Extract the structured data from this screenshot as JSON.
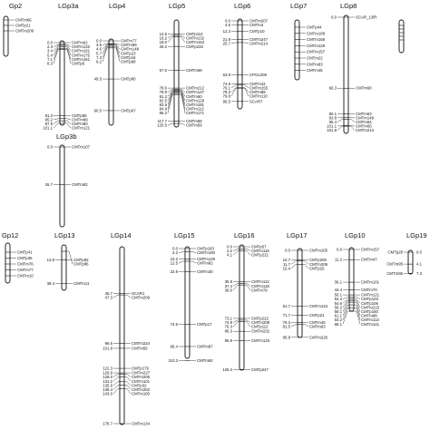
{
  "figure": {
    "line_color": "#111111",
    "background_color": "#ffffff"
  },
  "linkage_groups": [
    {
      "id": "lgp2",
      "label": "Gp2",
      "markers": [
        {
          "pos": "",
          "name": "CMTm66"
        },
        {
          "pos": "",
          "name": "CMTp21"
        },
        {
          "pos": "",
          "name": "CMTm209"
        }
      ]
    },
    {
      "id": "lgp3a",
      "label": "LGp3a",
      "markers": [
        {
          "pos": "0.0",
          "name": "CMTm62"
        },
        {
          "pos": "2.3",
          "name": "CMTm132"
        },
        {
          "pos": "3.4",
          "name": "CMTm161"
        },
        {
          "pos": "5.4",
          "name": "CMTm175"
        },
        {
          "pos": "7.1",
          "name": "CMTm161"
        },
        {
          "pos": "8.3",
          "name": "CMTp6"
        },
        {
          "pos": "91.3",
          "name": "CMTp58"
        },
        {
          "pos": "95.2",
          "name": "CMTm89"
        },
        {
          "pos": "97.9",
          "name": "CMTm90"
        },
        {
          "pos": "101.1",
          "name": "CMTm121"
        }
      ]
    },
    {
      "id": "lgp4",
      "label": "LGp4",
      "markers": [
        {
          "pos": "0.0",
          "name": "CMTm77"
        },
        {
          "pos": "3.6",
          "name": "CMTm99"
        },
        {
          "pos": "4.6",
          "name": "CMTm148"
        },
        {
          "pos": "5.7",
          "name": "CMTp23"
        },
        {
          "pos": "7.3",
          "name": "CMTp16"
        },
        {
          "pos": "9.2",
          "name": "CMTp98"
        },
        {
          "pos": "49.5",
          "name": "CMTp80"
        },
        {
          "pos": "90.5",
          "name": "CMTp67"
        }
      ]
    },
    {
      "id": "lgp5",
      "label": "LGp5",
      "markers": [
        {
          "pos": "14.5",
          "name": "CMTp114"
        },
        {
          "pos": "16.2",
          "name": "CMTm132"
        },
        {
          "pos": "18.0",
          "name": "CMTm153"
        },
        {
          "pos": "29.2",
          "name": "CMTp233"
        },
        {
          "pos": "57.6",
          "name": "CMTm68"
        },
        {
          "pos": "78.6",
          "name": "CMTm212"
        },
        {
          "pos": "79.9",
          "name": "CMTm147"
        },
        {
          "pos": "81.2",
          "name": "CMTm60"
        },
        {
          "pos": "82.5",
          "name": "CMTm129"
        },
        {
          "pos": "83.6",
          "name": "CMTm181"
        },
        {
          "pos": "84.9",
          "name": "CMTm112"
        },
        {
          "pos": "86.2",
          "name": "CMTm171"
        },
        {
          "pos": "117.7",
          "name": "CMTm58"
        },
        {
          "pos": "120.5",
          "name": "CMTm59"
        }
      ]
    },
    {
      "id": "lgp6",
      "label": "LGp6",
      "markers": [
        {
          "pos": "0.0",
          "name": "CMTm207"
        },
        {
          "pos": "4.6",
          "name": "CMTm4"
        },
        {
          "pos": "12.3",
          "name": "CMTp10"
        },
        {
          "pos": "21.9",
          "name": "CMTm247"
        },
        {
          "pos": "25.7",
          "name": "CMTm214"
        },
        {
          "pos": "63.8",
          "name": "CPG1209"
        },
        {
          "pos": "74.5",
          "name": "CMTm42"
        },
        {
          "pos": "76.1",
          "name": "CMTm155"
        },
        {
          "pos": "79.3",
          "name": "CMTm88"
        },
        {
          "pos": "79.8",
          "name": "CMTm110"
        },
        {
          "pos": "95.5",
          "name": "SCAR7"
        }
      ]
    },
    {
      "id": "lgp7",
      "label": "LGp7",
      "markers": [
        {
          "pos": "",
          "name": "CMTp44"
        },
        {
          "pos": "",
          "name": "CMTm108"
        },
        {
          "pos": "",
          "name": "CMTm158"
        },
        {
          "pos": "",
          "name": "CMTm129"
        },
        {
          "pos": "",
          "name": "CMTm157"
        },
        {
          "pos": "",
          "name": "CMTm22"
        },
        {
          "pos": "",
          "name": "CMTm83"
        },
        {
          "pos": "",
          "name": "CMTm46"
        }
      ]
    },
    {
      "id": "lgp8",
      "label": "LGp8",
      "markers": [
        {
          "pos": "0.0",
          "name": "SCAR_13/R"
        },
        {
          "pos": "66.3",
          "name": "CMTm68"
        },
        {
          "pos": "90.1",
          "name": "CMTm63"
        },
        {
          "pos": "93.8",
          "name": "CMTm149"
        },
        {
          "pos": "95.4",
          "name": "CMTm64"
        },
        {
          "pos": "101.1",
          "name": "CMTm65"
        },
        {
          "pos": "101.8",
          "name": "CMTm214"
        }
      ]
    },
    {
      "id": "lgp9",
      "label": "",
      "markers": []
    },
    {
      "id": "lgp3b",
      "label": "LGp3b",
      "markers": [
        {
          "pos": "0.0",
          "name": "CMTm107"
        },
        {
          "pos": "26.7",
          "name": "CMTm82"
        }
      ]
    },
    {
      "id": "lgp12",
      "label": "Gp12",
      "markers": [
        {
          "pos": "",
          "name": "CMTp41"
        },
        {
          "pos": "",
          "name": "CMTp36"
        },
        {
          "pos": "",
          "name": "CMTm76"
        },
        {
          "pos": "",
          "name": "CMTm77"
        },
        {
          "pos": "",
          "name": "CMTm10"
        }
      ]
    },
    {
      "id": "lgp13",
      "label": "LGp13",
      "markers": [
        {
          "pos": "13.9",
          "name": "CMTp82"
        },
        {
          "pos": "",
          "name": "CMTp86"
        },
        {
          "pos": "38.4",
          "name": "CMTm11"
        }
      ]
    },
    {
      "id": "lgp14",
      "label": "LGp14",
      "markers": [
        {
          "pos": "45.7",
          "name": "SCAR1"
        },
        {
          "pos": "47.3",
          "name": "CMTm209"
        },
        {
          "pos": "96.6",
          "name": "CMTm224"
        },
        {
          "pos": "101.8",
          "name": "CMTm56"
        },
        {
          "pos": "122.3",
          "name": "CMTp179"
        },
        {
          "pos": "126.9",
          "name": "CMTm227"
        },
        {
          "pos": "128.0",
          "name": "CMTm205"
        },
        {
          "pos": "131.2",
          "name": "CMTm101"
        },
        {
          "pos": "135.9",
          "name": "CMTp32"
        },
        {
          "pos": "139.4",
          "name": "CMTm202"
        },
        {
          "pos": "143.0",
          "name": "CMTm160"
        },
        {
          "pos": "178.7",
          "name": "CMTm134"
        }
      ]
    },
    {
      "id": "lgp15",
      "label": "LGp15",
      "markers": [
        {
          "pos": "0.0",
          "name": "CMTp183"
        },
        {
          "pos": "3.2",
          "name": "CMTm190"
        },
        {
          "pos": "10.2",
          "name": "CMTm129"
        },
        {
          "pos": "12.5",
          "name": "CMTm82"
        },
        {
          "pos": "22.9",
          "name": "CMTm30"
        },
        {
          "pos": "74.6",
          "name": "CMTp17"
        },
        {
          "pos": "96.4",
          "name": "CMTm87"
        },
        {
          "pos": "110.3",
          "name": "CMTm92"
        }
      ]
    },
    {
      "id": "lgp16",
      "label": "LGp16",
      "markers": [
        {
          "pos": "0.0",
          "name": "CMTp57"
        },
        {
          "pos": "2.2",
          "name": "CMTm116"
        },
        {
          "pos": "4.1",
          "name": "CMTp221"
        },
        {
          "pos": "35.8",
          "name": "CMTm112"
        },
        {
          "pos": "37.4",
          "name": "CMTm118"
        },
        {
          "pos": "39.0",
          "name": "CMTm79"
        },
        {
          "pos": "73.1",
          "name": "CMTp222"
        },
        {
          "pos": "74.9",
          "name": "CMTm208"
        },
        {
          "pos": "76.3",
          "name": "CMTp112"
        },
        {
          "pos": "86.3",
          "name": "CMTm232"
        },
        {
          "pos": "95.9",
          "name": "CMTm133"
        },
        {
          "pos": "125.4",
          "name": "CMTp247"
        }
      ]
    },
    {
      "id": "lgp17",
      "label": "LGp17",
      "markers": [
        {
          "pos": "0.0",
          "name": "CMTm105"
        },
        {
          "pos": "10.7",
          "name": "CMTp206"
        },
        {
          "pos": "11.7",
          "name": "CMTm209"
        },
        {
          "pos": "15.4",
          "name": "CMTp25"
        },
        {
          "pos": "61.7",
          "name": "CMTm134"
        },
        {
          "pos": "71.7",
          "name": "CMTp21"
        },
        {
          "pos": "79.3",
          "name": "CMTm46"
        },
        {
          "pos": "81.5",
          "name": "CMTm63"
        },
        {
          "pos": "95.8",
          "name": "CMTm226"
        }
      ]
    },
    {
      "id": "lgp10",
      "label": "LGp10",
      "markers": [
        {
          "pos": "0.0",
          "name": "CMTm157"
        },
        {
          "pos": "11.2",
          "name": "CMTm47"
        },
        {
          "pos": "36.1",
          "name": "CMTm101"
        },
        {
          "pos": "44.4",
          "name": "CMTm70"
        },
        {
          "pos": "50.1",
          "name": "CMTm121"
        },
        {
          "pos": "52.4",
          "name": "CMTp103"
        },
        {
          "pos": "54.6",
          "name": "CMTp106"
        },
        {
          "pos": "56.2",
          "name": "CMTm215"
        },
        {
          "pos": "58.1",
          "name": "CMTp150"
        },
        {
          "pos": "61.1",
          "name": "CMTm98"
        },
        {
          "pos": "64.2",
          "name": "CMTm113"
        },
        {
          "pos": "68.1",
          "name": "CMTm141"
        }
      ]
    },
    {
      "id": "lgp19",
      "label": "LGp19",
      "markers": [
        {
          "pos": "0.0",
          "name": "CMTp28"
        },
        {
          "pos": "4.1",
          "name": "CMTm95"
        },
        {
          "pos": "7.3",
          "name": "CMTm96"
        }
      ]
    }
  ]
}
